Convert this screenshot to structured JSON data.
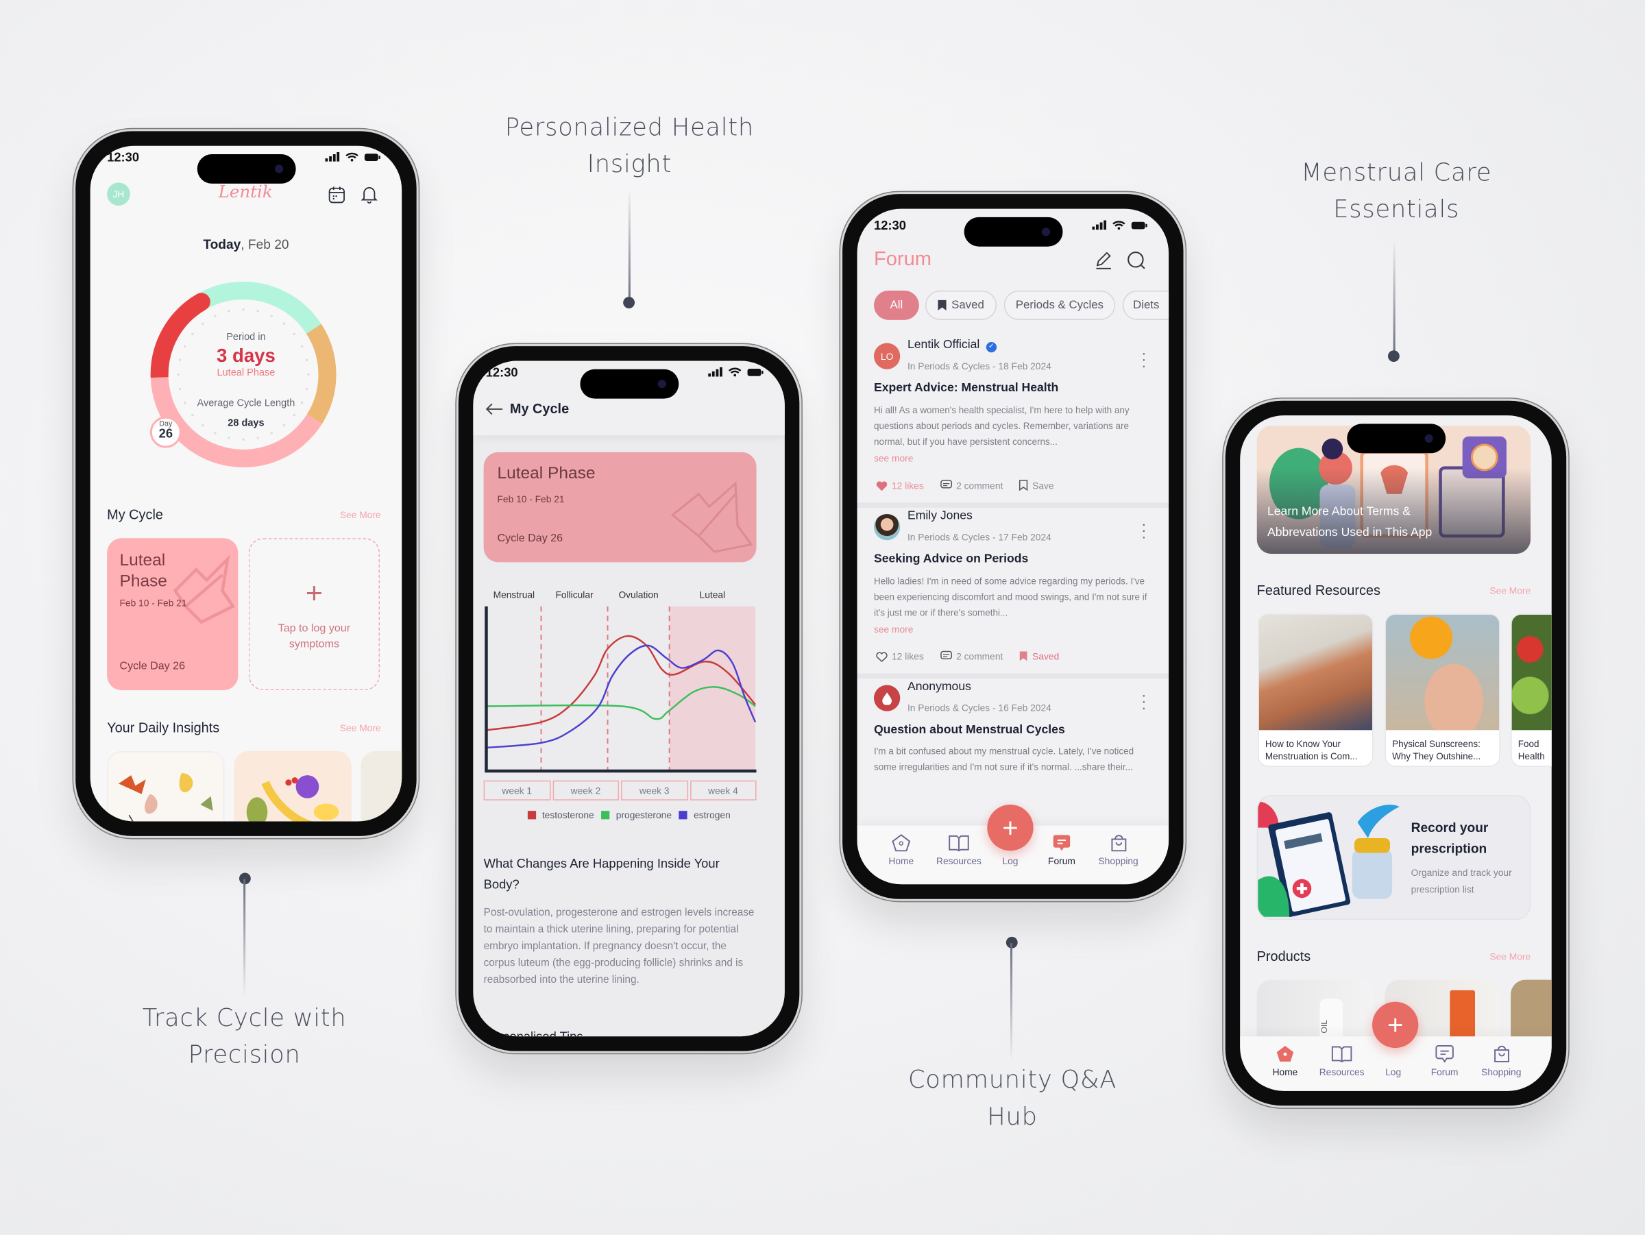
{
  "captions": {
    "insight": [
      "Personalized Health",
      "Insight"
    ],
    "essentials": [
      "Menstrual Care",
      "Essentials"
    ],
    "track": [
      "Track Cycle with",
      "Precision"
    ],
    "community": [
      "Community Q&A",
      "Hub"
    ]
  },
  "status_time": "12:30",
  "home": {
    "avatar_initials": "JH",
    "logo": "Lentik",
    "today_label": "Today",
    "today_date": ", Feb 20",
    "ring": {
      "period_in_label": "Period in",
      "period_in_value": "3 days",
      "phase": "Luteal Phase",
      "avg_label": "Average Cycle Length",
      "avg_value": "28 days",
      "day_label": "Day",
      "day_value": "26",
      "colors": {
        "period": "#e84040",
        "follicular": "#b3f5dc",
        "ovulation": "#ebb772",
        "luteal": "#ffb0b5"
      }
    },
    "my_cycle": {
      "title": "My Cycle",
      "see_more": "See More",
      "phase_card": {
        "title": "Luteal Phase",
        "dates": "Feb 10 - Feb 21",
        "day": "Cycle Day 26"
      },
      "log_card": {
        "label": "Tap to log your symptoms"
      }
    },
    "insights": {
      "title": "Your Daily Insights",
      "see_more": "See More"
    }
  },
  "cycle": {
    "header_title": "My Cycle",
    "phase_card": {
      "title": "Luteal Phase",
      "dates": "Feb 10 - Feb 21",
      "day": "Cycle Day 26"
    },
    "article_title": "What Changes Are Happening Inside Your Body?",
    "article_body": "Post-ovulation, progesterone and estrogen levels increase to maintain a thick uterine lining, preparing for potential embryo implantation. If pregnancy doesn't occur, the corpus luteum (the egg-producing follicle) shrinks and is reabsorbed into the uterine lining.",
    "next_section": "Personalised Tips"
  },
  "chart_data": {
    "type": "line",
    "phases": [
      {
        "name": "Menstrual",
        "start": 0,
        "end": 0.81
      },
      {
        "name": "Follicular",
        "start": 0.81,
        "end": 1.8
      },
      {
        "name": "Ovulation",
        "start": 1.8,
        "end": 2.72
      },
      {
        "name": "Luteal",
        "start": 2.72,
        "end": 4,
        "highlighted": true
      }
    ],
    "categories": [
      "week 1",
      "week 2",
      "week 3",
      "week 4"
    ],
    "xlim": [
      0,
      4
    ],
    "ylim": [
      0,
      100
    ],
    "grid": false,
    "legend": "bottom",
    "series": [
      {
        "name": "testosterone",
        "color": "#c93a3a",
        "x": [
          0,
          0.81,
          1.23,
          1.6,
          1.8,
          2.09,
          2.38,
          2.61,
          2.81,
          3.25,
          3.59,
          4
        ],
        "y": [
          25,
          30,
          40,
          59,
          76,
          84,
          78,
          63,
          60,
          68,
          61,
          41
        ]
      },
      {
        "name": "progesterone",
        "color": "#3cbf5a",
        "x": [
          0,
          2.0,
          2.51,
          2.71,
          3.08,
          3.42,
          3.76,
          4
        ],
        "y": [
          40,
          40,
          32,
          37,
          49,
          52,
          47,
          40
        ]
      },
      {
        "name": "estrogen",
        "color": "#4b3fd0",
        "x": [
          0,
          0.81,
          1.23,
          1.65,
          1.87,
          2.14,
          2.41,
          2.68,
          2.91,
          3.22,
          3.45,
          3.66,
          3.84,
          4
        ],
        "y": [
          14,
          17,
          24,
          39,
          59,
          73,
          78,
          70,
          64,
          69,
          75,
          67,
          46,
          30
        ]
      }
    ]
  },
  "forum": {
    "title": "Forum",
    "chips": [
      "All",
      "Saved",
      "Periods & Cycles",
      "Diets"
    ],
    "posts": [
      {
        "author": "Lentik Official",
        "initials": "LO",
        "verified": true,
        "meta": "In Periods & Cycles  -  18 Feb 2024",
        "title": "Expert Advice: Menstrual Health",
        "body": "Hi all! As a women's health specialist, I'm here to help with any questions about periods and cycles. Remember, variations are normal, but if you have persistent concerns...",
        "see_more": "see more",
        "likes": "12 likes",
        "comments": "2 comment",
        "save": "Save",
        "liked": true,
        "saved": false
      },
      {
        "author": "Emily Jones",
        "meta": "In Periods & Cycles  -  17 Feb 2024",
        "title": "Seeking Advice on Periods",
        "body": "Hello ladies! I'm in need of some advice regarding my periods. I've been experiencing discomfort and mood swings, and I'm not sure if it's just me or if there's somethi...",
        "see_more": "see more",
        "likes": "12 likes",
        "comments": "2 comment",
        "save": "Saved",
        "liked": false,
        "saved": true
      },
      {
        "author": "Anonymous",
        "meta": "In Periods & Cycles  -  16 Feb 2024",
        "title": "Question about Menstrual Cycles",
        "body": "I'm a bit confused about my menstrual cycle. Lately, I've noticed some irregularities and I'm not sure if it's normal. ...share their..."
      }
    ]
  },
  "nav": {
    "items": [
      "Home",
      "Resources",
      "Log",
      "Forum",
      "Shopping"
    ],
    "fab": "+"
  },
  "resources": {
    "banner": "Learn More About Terms & Abbrevations Used in This App",
    "featured_title": "Featured Resources",
    "see_more": "See More",
    "featured": [
      "How to Know Your Menstruation is Com...",
      "Physical Sunscreens: Why They Outshine...",
      "Food Health"
    ],
    "prescription": {
      "title": "Record your prescription",
      "subtitle": "Organize and track your prescription list"
    },
    "products_title": "Products",
    "product_label": "OIL"
  }
}
